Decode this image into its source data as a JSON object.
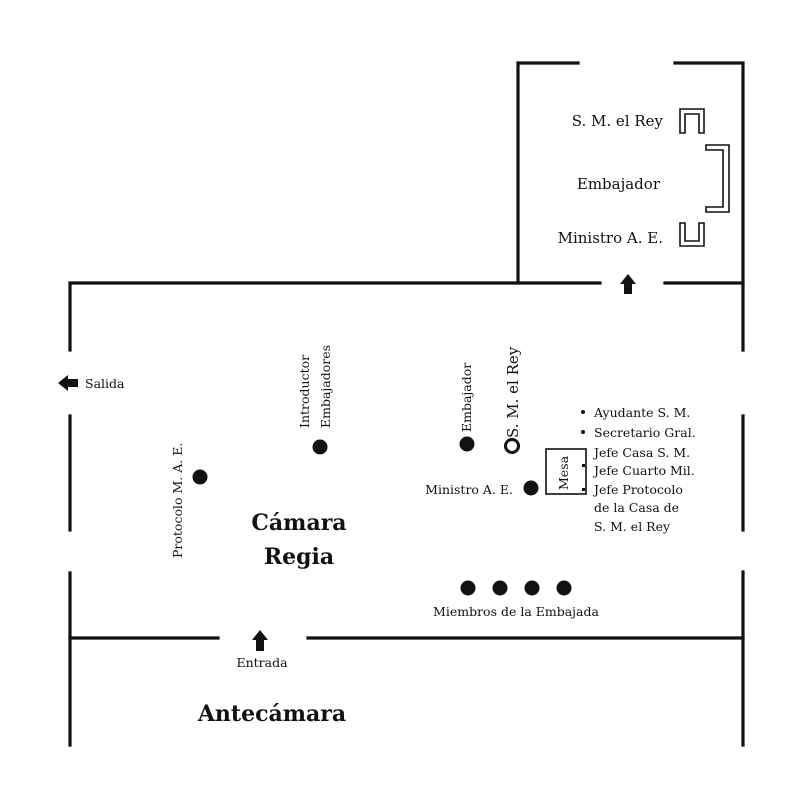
{
  "rooms": {
    "throne_room": [
      "Cámara",
      "Regia"
    ],
    "antechamber": "Antecámara"
  },
  "doors": {
    "entrance": "Entrada",
    "exit": "Salida"
  },
  "inner_room": {
    "king": "S. M. el Rey",
    "ambassador": "Embajador",
    "minister": "Ministro A. E."
  },
  "people": {
    "protocol": "Protocolo M. A. E.",
    "introducer": [
      "Introductor",
      "Embajadores"
    ],
    "ambassador": "Embajador",
    "king": "S. M. el Rey",
    "minister": "Ministro A. E.",
    "embassy_members": "Miembros de la Embajada"
  },
  "table": "Mesa",
  "retinue": [
    "Ayudante S. M.",
    "Secretario Gral.",
    "Jefe Casa S. M.",
    "Jefe Cuarto Mil.",
    "Jefe Protocolo",
    "de la Casa de",
    "S. M. el Rey"
  ]
}
